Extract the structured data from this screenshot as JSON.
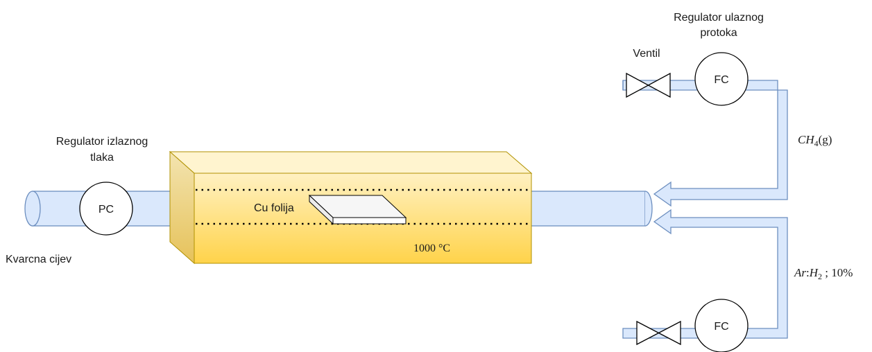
{
  "labels": {
    "outlet_regulator_line1": "Regulator izlaznog",
    "outlet_regulator_line2": "tlaka",
    "quartz_tube": "Kvarcna cijev",
    "foil": "Cu folija",
    "temperature": "1000 °C",
    "inlet_regulator_line1": "Regulator ulaznog",
    "inlet_regulator_line2": "protoka",
    "valve": "Ventil",
    "pc": "PC",
    "fc_top": "FC",
    "fc_bottom": "FC"
  },
  "gases": {
    "ch4_symbol": "CH",
    "ch4_sub": "4",
    "ch4_state": "(g)",
    "ar_symbol": "Ar",
    "ar_colon": ":",
    "h2_symbol": "H",
    "h2_sub": "2",
    "mix_ratio": " ; 10%"
  }
}
